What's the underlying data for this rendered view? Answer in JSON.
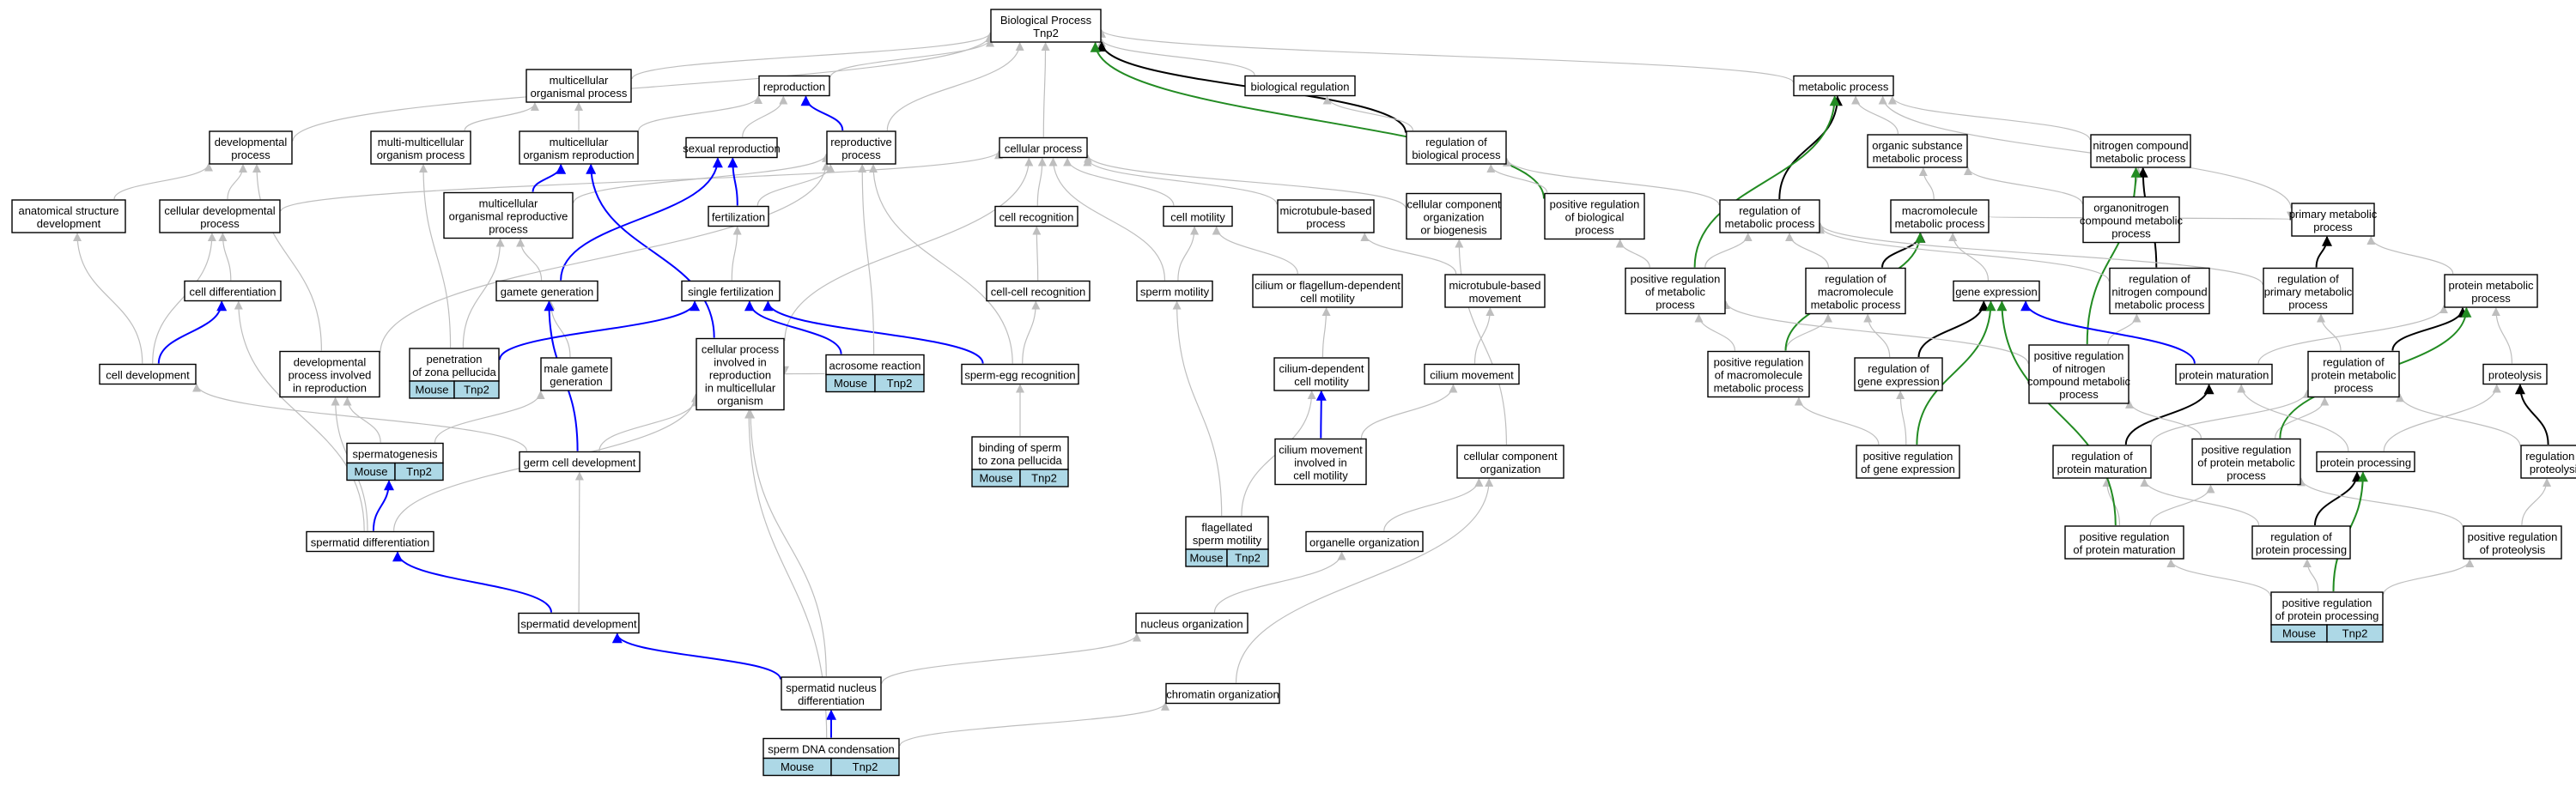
{
  "nodes": [
    {
      "id": "bp",
      "lines": [
        "Biological Process",
        "Tnp2"
      ]
    },
    {
      "id": "mcop",
      "lines": [
        "multicellular",
        "organismal process"
      ]
    },
    {
      "id": "repro",
      "lines": [
        "reproduction"
      ]
    },
    {
      "id": "bioreg",
      "lines": [
        "biological regulation"
      ]
    },
    {
      "id": "metab",
      "lines": [
        "metabolic process"
      ]
    },
    {
      "id": "devproc",
      "lines": [
        "developmental",
        "process"
      ]
    },
    {
      "id": "mmop",
      "lines": [
        "multi-multicellular",
        "organism process"
      ]
    },
    {
      "id": "mcorep",
      "lines": [
        "multicellular",
        "organism reproduction"
      ]
    },
    {
      "id": "sexrep",
      "lines": [
        "sexual reproduction"
      ]
    },
    {
      "id": "repproc",
      "lines": [
        "reproductive",
        "process"
      ]
    },
    {
      "id": "cellproc",
      "lines": [
        "cellular process"
      ]
    },
    {
      "id": "regbp",
      "lines": [
        "regulation of",
        "biological process"
      ]
    },
    {
      "id": "orgsub",
      "lines": [
        "organic substance",
        "metabolic process"
      ]
    },
    {
      "id": "nitro",
      "lines": [
        "nitrogen compound",
        "metabolic process"
      ]
    },
    {
      "id": "asdev",
      "lines": [
        "anatomical structure",
        "development"
      ]
    },
    {
      "id": "celldevproc",
      "lines": [
        "cellular developmental",
        "process"
      ]
    },
    {
      "id": "morp",
      "lines": [
        "multicellular",
        "organismal reproductive",
        "process"
      ]
    },
    {
      "id": "fert",
      "lines": [
        "fertilization"
      ]
    },
    {
      "id": "cellrec",
      "lines": [
        "cell recognition"
      ]
    },
    {
      "id": "cellmot",
      "lines": [
        "cell motility"
      ]
    },
    {
      "id": "mtbp",
      "lines": [
        "microtubule-based",
        "process"
      ]
    },
    {
      "id": "ccob",
      "lines": [
        "cellular component",
        "organization",
        "or biogenesis"
      ]
    },
    {
      "id": "posregbp",
      "lines": [
        "positive regulation",
        "of biological",
        "process"
      ]
    },
    {
      "id": "regmp",
      "lines": [
        "regulation of",
        "metabolic process"
      ]
    },
    {
      "id": "macro",
      "lines": [
        "macromolecule",
        "metabolic process"
      ]
    },
    {
      "id": "orgnit",
      "lines": [
        "organonitrogen",
        "compound metabolic",
        "process"
      ]
    },
    {
      "id": "primmp",
      "lines": [
        "primary metabolic",
        "process"
      ]
    },
    {
      "id": "celldiff",
      "lines": [
        "cell differentiation"
      ]
    },
    {
      "id": "gamgen",
      "lines": [
        "gamete generation"
      ]
    },
    {
      "id": "singfert",
      "lines": [
        "single fertilization"
      ]
    },
    {
      "id": "ccrec",
      "lines": [
        "cell-cell recognition"
      ]
    },
    {
      "id": "spmot",
      "lines": [
        "sperm motility"
      ]
    },
    {
      "id": "ciliumflag",
      "lines": [
        "cilium or flagellum-dependent",
        "cell motility"
      ]
    },
    {
      "id": "mtbm",
      "lines": [
        "microtubule-based",
        "movement"
      ]
    },
    {
      "id": "posregmp",
      "lines": [
        "positive regulation",
        "of metabolic",
        "process"
      ]
    },
    {
      "id": "regmacro",
      "lines": [
        "regulation of",
        "macromolecule",
        "metabolic process"
      ]
    },
    {
      "id": "geneexp",
      "lines": [
        "gene expression"
      ]
    },
    {
      "id": "regnit",
      "lines": [
        "regulation of",
        "nitrogen compound",
        "metabolic process"
      ]
    },
    {
      "id": "regprim",
      "lines": [
        "regulation of",
        "primary metabolic",
        "process"
      ]
    },
    {
      "id": "protmet",
      "lines": [
        "protein metabolic",
        "process"
      ]
    },
    {
      "id": "celldev",
      "lines": [
        "cell development"
      ]
    },
    {
      "id": "dpir",
      "lines": [
        "developmental",
        "process involved",
        "in reproduction"
      ]
    },
    {
      "id": "penzp",
      "lines": [
        "penetration",
        "of zona pellucida"
      ],
      "tag": [
        "Mouse",
        "Tnp2"
      ]
    },
    {
      "id": "mgg",
      "lines": [
        "male gamete",
        "generation"
      ]
    },
    {
      "id": "cpir",
      "lines": [
        "cellular process",
        "involved in",
        "reproduction",
        "in multicellular",
        "organism"
      ]
    },
    {
      "id": "acro",
      "lines": [
        "acrosome reaction"
      ],
      "tag": [
        "Mouse",
        "Tnp2"
      ]
    },
    {
      "id": "spegg",
      "lines": [
        "sperm-egg recognition"
      ]
    },
    {
      "id": "cdcm",
      "lines": [
        "cilium-dependent",
        "cell motility"
      ]
    },
    {
      "id": "cilmov",
      "lines": [
        "cilium movement"
      ]
    },
    {
      "id": "posregmacro",
      "lines": [
        "positive regulation",
        "of macromolecule",
        "metabolic process"
      ]
    },
    {
      "id": "reggene",
      "lines": [
        "regulation of",
        "gene expression"
      ]
    },
    {
      "id": "posregnit",
      "lines": [
        "positive regulation",
        "of nitrogen",
        "compound metabolic",
        "process"
      ]
    },
    {
      "id": "protmat",
      "lines": [
        "protein maturation"
      ]
    },
    {
      "id": "regprotmet",
      "lines": [
        "regulation of",
        "protein metabolic",
        "process"
      ]
    },
    {
      "id": "proteol",
      "lines": [
        "proteolysis"
      ]
    },
    {
      "id": "spgen",
      "lines": [
        "spermatogenesis"
      ],
      "tag": [
        "Mouse",
        "Tnp2"
      ]
    },
    {
      "id": "gcd",
      "lines": [
        "germ cell development"
      ]
    },
    {
      "id": "bszp",
      "lines": [
        "binding of sperm",
        "to zona pellucida"
      ],
      "tag": [
        "Mouse",
        "Tnp2"
      ]
    },
    {
      "id": "cmirc",
      "lines": [
        "cilium movement",
        "involved in",
        "cell motility"
      ]
    },
    {
      "id": "ccorg",
      "lines": [
        "cellular component",
        "organization"
      ]
    },
    {
      "id": "posreggene",
      "lines": [
        "positive regulation",
        "of gene expression"
      ]
    },
    {
      "id": "regprotmat",
      "lines": [
        "regulation of",
        "protein maturation"
      ]
    },
    {
      "id": "posregprotmet",
      "lines": [
        "positive regulation",
        "of protein metabolic",
        "process"
      ]
    },
    {
      "id": "protproc",
      "lines": [
        "protein processing"
      ]
    },
    {
      "id": "regproteol",
      "lines": [
        "regulation of",
        "proteolysis"
      ]
    },
    {
      "id": "spdiff",
      "lines": [
        "spermatid differentiation"
      ]
    },
    {
      "id": "flagsm",
      "lines": [
        "flagellated",
        "sperm motility"
      ],
      "tag": [
        "Mouse",
        "Tnp2"
      ]
    },
    {
      "id": "orgorg",
      "lines": [
        "organelle organization"
      ]
    },
    {
      "id": "posregprotmat",
      "lines": [
        "positive regulation",
        "of protein maturation"
      ]
    },
    {
      "id": "regprotproc",
      "lines": [
        "regulation of",
        "protein processing"
      ]
    },
    {
      "id": "posregproteol",
      "lines": [
        "positive regulation",
        "of proteolysis"
      ]
    },
    {
      "id": "spdev",
      "lines": [
        "spermatid development"
      ]
    },
    {
      "id": "nucorg",
      "lines": [
        "nucleus organization"
      ]
    },
    {
      "id": "posregprotproc",
      "lines": [
        "positive regulation",
        "of protein processing"
      ],
      "tag": [
        "Mouse",
        "Tnp2"
      ]
    },
    {
      "id": "spnuc",
      "lines": [
        "spermatid nucleus",
        "differentiation"
      ]
    },
    {
      "id": "chrom",
      "lines": [
        "chromatin organization"
      ]
    },
    {
      "id": "spdna",
      "lines": [
        "sperm DNA condensation"
      ],
      "tag": [
        "Mouse",
        "Tnp2"
      ]
    }
  ],
  "edges": [
    [
      "mcop",
      "bp",
      "g"
    ],
    [
      "repro",
      "bp",
      "g"
    ],
    [
      "bioreg",
      "bp",
      "g"
    ],
    [
      "metab",
      "bp",
      "g"
    ],
    [
      "devproc",
      "bp",
      "g"
    ],
    [
      "repproc",
      "bp",
      "g"
    ],
    [
      "cellproc",
      "bp",
      "g"
    ],
    [
      "regbp",
      "bp",
      "k"
    ],
    [
      "posregbp",
      "bp",
      "gr"
    ],
    [
      "mmop",
      "mcop",
      "g"
    ],
    [
      "mcorep",
      "mcop",
      "g"
    ],
    [
      "mcorep",
      "repro",
      "g"
    ],
    [
      "sexrep",
      "repro",
      "g"
    ],
    [
      "repproc",
      "repro",
      "b"
    ],
    [
      "regbp",
      "bioreg",
      "g"
    ],
    [
      "orgsub",
      "metab",
      "g"
    ],
    [
      "nitro",
      "metab",
      "g"
    ],
    [
      "regmp",
      "metab",
      "k"
    ],
    [
      "posregmp",
      "metab",
      "gr"
    ],
    [
      "primmp",
      "metab",
      "g"
    ],
    [
      "asdev",
      "devproc",
      "g"
    ],
    [
      "celldevproc",
      "devproc",
      "g"
    ],
    [
      "dpir",
      "devproc",
      "g"
    ],
    [
      "celldevproc",
      "cellproc",
      "g"
    ],
    [
      "cellrec",
      "cellproc",
      "g"
    ],
    [
      "cellmot",
      "cellproc",
      "g"
    ],
    [
      "mtbp",
      "cellproc",
      "g"
    ],
    [
      "ccob",
      "cellproc",
      "g"
    ],
    [
      "spmot",
      "cellproc",
      "g"
    ],
    [
      "cpir",
      "cellproc",
      "g"
    ],
    [
      "morp",
      "mcorep",
      "b"
    ],
    [
      "morp",
      "repproc",
      "g"
    ],
    [
      "cpir",
      "mcorep",
      "b"
    ],
    [
      "fert",
      "sexrep",
      "b"
    ],
    [
      "fert",
      "repproc",
      "g"
    ],
    [
      "gamgen",
      "sexrep",
      "b"
    ],
    [
      "posregbp",
      "regbp",
      "g"
    ],
    [
      "regmp",
      "regbp",
      "g"
    ],
    [
      "macro",
      "orgsub",
      "g"
    ],
    [
      "macro",
      "primmp",
      "g"
    ],
    [
      "orgnit",
      "nitro",
      "g"
    ],
    [
      "orgnit",
      "orgsub",
      "g"
    ],
    [
      "regnit",
      "nitro",
      "k"
    ],
    [
      "posregnit",
      "nitro",
      "gr"
    ],
    [
      "regprim",
      "primmp",
      "k"
    ],
    [
      "protmet",
      "primmp",
      "g"
    ],
    [
      "celldev",
      "asdev",
      "g"
    ],
    [
      "celldev",
      "celldevproc",
      "g"
    ],
    [
      "celldiff",
      "celldevproc",
      "g"
    ],
    [
      "celldev",
      "celldiff",
      "b"
    ],
    [
      "spdiff",
      "celldiff",
      "g"
    ],
    [
      "dpir",
      "repproc",
      "g"
    ],
    [
      "gamgen",
      "morp",
      "g"
    ],
    [
      "mgg",
      "gamgen",
      "g"
    ],
    [
      "gcd",
      "gamgen",
      "b"
    ],
    [
      "singfert",
      "fert",
      "g"
    ],
    [
      "penzp",
      "singfert",
      "b"
    ],
    [
      "acro",
      "singfert",
      "b"
    ],
    [
      "spegg",
      "singfert",
      "b"
    ],
    [
      "ccrec",
      "cellrec",
      "g"
    ],
    [
      "spegg",
      "ccrec",
      "g"
    ],
    [
      "bszp",
      "spegg",
      "g"
    ],
    [
      "spmot",
      "cellmot",
      "g"
    ],
    [
      "ciliumflag",
      "cellmot",
      "g"
    ],
    [
      "cdcm",
      "ciliumflag",
      "g"
    ],
    [
      "cmirc",
      "cdcm",
      "b"
    ],
    [
      "mtbm",
      "mtbp",
      "g"
    ],
    [
      "cilmov",
      "mtbm",
      "g"
    ],
    [
      "cmirc",
      "cilmov",
      "g"
    ],
    [
      "flagsm",
      "spmot",
      "g"
    ],
    [
      "flagsm",
      "cdcm",
      "g"
    ],
    [
      "ccorg",
      "ccob",
      "g"
    ],
    [
      "orgorg",
      "ccorg",
      "g"
    ],
    [
      "chrom",
      "ccorg",
      "g"
    ],
    [
      "nucorg",
      "orgorg",
      "g"
    ],
    [
      "posregmp",
      "regmp",
      "g"
    ],
    [
      "posregmp",
      "posregbp",
      "g"
    ],
    [
      "regmacro",
      "regmp",
      "g"
    ],
    [
      "regmacro",
      "macro",
      "k"
    ],
    [
      "posregmacro",
      "regmacro",
      "g"
    ],
    [
      "posregmacro",
      "posregmp",
      "g"
    ],
    [
      "posregmacro",
      "macro",
      "gr"
    ],
    [
      "geneexp",
      "macro",
      "g"
    ],
    [
      "reggene",
      "geneexp",
      "k"
    ],
    [
      "posreggene",
      "geneexp",
      "gr"
    ],
    [
      "reggene",
      "regmacro",
      "g"
    ],
    [
      "posreggene",
      "reggene",
      "g"
    ],
    [
      "posreggene",
      "posregmacro",
      "g"
    ],
    [
      "regnit",
      "regmp",
      "g"
    ],
    [
      "posregnit",
      "regnit",
      "g"
    ],
    [
      "posregnit",
      "posregmp",
      "g"
    ],
    [
      "regprim",
      "regmp",
      "g"
    ],
    [
      "regprotmet",
      "regprim",
      "g"
    ],
    [
      "regprotmet",
      "protmet",
      "k"
    ],
    [
      "protmat",
      "protmet",
      "g"
    ],
    [
      "protmat",
      "geneexp",
      "b"
    ],
    [
      "proteol",
      "protmet",
      "g"
    ],
    [
      "regprotmat",
      "protmat",
      "k"
    ],
    [
      "regprotmat",
      "regprotmet",
      "g"
    ],
    [
      "posregprotmat",
      "regprotmat",
      "g"
    ],
    [
      "posregprotmat",
      "geneexp",
      "gr"
    ],
    [
      "posregprotmat",
      "posregprotmet",
      "g"
    ],
    [
      "posregprotmet",
      "regprotmet",
      "g"
    ],
    [
      "posregprotmet",
      "posregnit",
      "g"
    ],
    [
      "posregprotmet",
      "protmet",
      "gr"
    ],
    [
      "protproc",
      "protmat",
      "g"
    ],
    [
      "regprotproc",
      "protproc",
      "k"
    ],
    [
      "regprotproc",
      "regprotmat",
      "g"
    ],
    [
      "regproteol",
      "proteol",
      "k"
    ],
    [
      "regproteol",
      "regprotmet",
      "g"
    ],
    [
      "posregproteol",
      "regproteol",
      "g"
    ],
    [
      "posregproteol",
      "posregprotmet",
      "g"
    ],
    [
      "posregprotproc",
      "regprotproc",
      "g"
    ],
    [
      "posregprotproc",
      "protproc",
      "gr"
    ],
    [
      "posregprotproc",
      "posregprotmat",
      "g"
    ],
    [
      "posregprotproc",
      "posregproteol",
      "g"
    ],
    [
      "protproc",
      "proteol",
      "g"
    ],
    [
      "penzp",
      "mmop",
      "g"
    ],
    [
      "penzp",
      "morp",
      "g"
    ],
    [
      "acro",
      "repproc",
      "g"
    ],
    [
      "acro",
      "cpir",
      "g"
    ],
    [
      "spegg",
      "repproc",
      "g"
    ],
    [
      "spgen",
      "dpir",
      "g"
    ],
    [
      "spgen",
      "mgg",
      "g"
    ],
    [
      "gcd",
      "celldev",
      "g"
    ],
    [
      "gcd",
      "cpir",
      "g"
    ],
    [
      "spdiff",
      "dpir",
      "g"
    ],
    [
      "spdiff",
      "spgen",
      "b"
    ],
    [
      "spdiff",
      "cpir",
      "g"
    ],
    [
      "spdev",
      "spdiff",
      "b"
    ],
    [
      "spdev",
      "gcd",
      "g"
    ],
    [
      "spnuc",
      "spdev",
      "b"
    ],
    [
      "spnuc",
      "nucorg",
      "g"
    ],
    [
      "spnuc",
      "cpir",
      "g"
    ],
    [
      "spdna",
      "spnuc",
      "b"
    ],
    [
      "spdna",
      "chrom",
      "g"
    ],
    [
      "spdna",
      "cpir",
      "g"
    ]
  ],
  "colors": {
    "g": "#bebebe",
    "k": "#000000",
    "b": "#0000ff",
    "gr": "#228b22",
    "tag_fill": "#add8e6",
    "node_fill": "#ffffff"
  }
}
